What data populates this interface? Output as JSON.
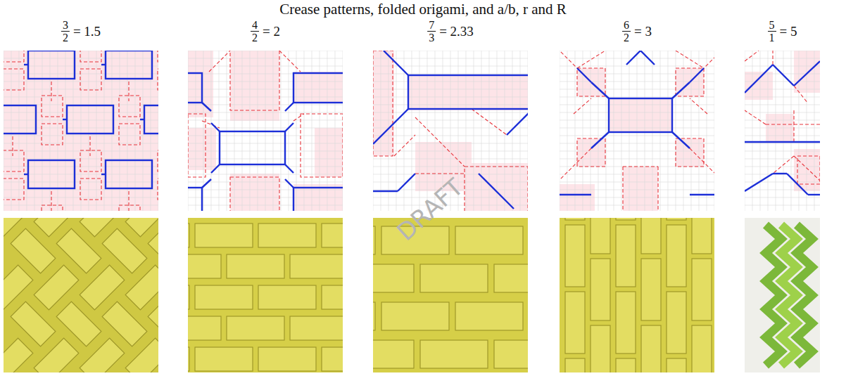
{
  "diagram": {
    "title": "Crease patterns, folded origami, and a/b, r and R",
    "labels": [
      "3",
      "2",
      "= 1.5",
      "4",
      "2",
      "= 2",
      "7",
      "3",
      "= 2.33",
      "6",
      "2",
      "= 3",
      "5",
      "1",
      "= 5",
      "DRAFT"
    ]
  }
}
